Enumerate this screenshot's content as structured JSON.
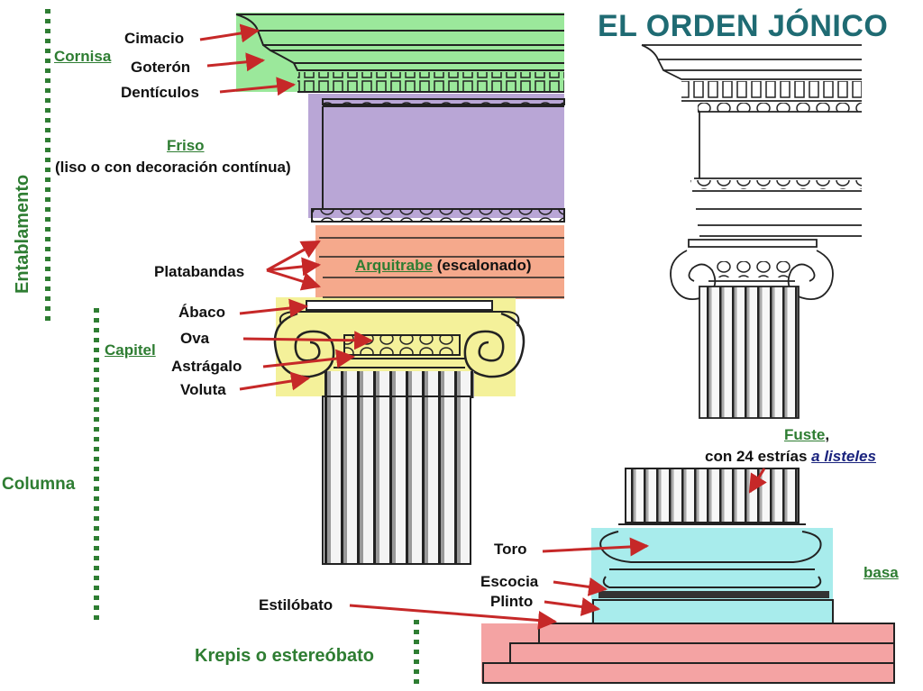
{
  "title": "EL ORDEN JÓNICO",
  "sections": {
    "entablamento": "Entablamento",
    "cornisa": "Cornisa",
    "capitel": "Capitel",
    "columna": "Columna",
    "krepis": "Krepis o estereóbato"
  },
  "labels": {
    "cimacio": "Cimacio",
    "goteron": "Goterón",
    "denticulos": "Dentículos",
    "friso": "Friso",
    "friso_note": "(liso o con decoración contínua)",
    "platabandas": "Platabandas",
    "arquitrabe": "Arquitrabe",
    "arquitrabe_note": "(escalonado)",
    "abaco": "Ábaco",
    "ova": "Ova",
    "astragalo": "Astrágalo",
    "voluta": "Voluta",
    "fuste": "Fuste",
    "fuste_comma": ",",
    "estrias": "con 24 estrías",
    "a_listeles": "a listeles",
    "toro": "Toro",
    "escocia": "Escocia",
    "plinto": "Plinto",
    "basa": "basa",
    "estilobato": "Estilóbato"
  },
  "colors": {
    "title": "#1f6b73",
    "section_labels": "#2e7d32",
    "arrows": "#c62828",
    "cornice_highlight": "#9be89b",
    "frieze_highlight": "#b9a6d6",
    "architrave_highlight": "#f5a98c",
    "capital_highlight": "#f4f19a",
    "base_highlight": "#a8ecec",
    "krepis_highlight": "#f4a3a3",
    "link": "#1a237e"
  }
}
